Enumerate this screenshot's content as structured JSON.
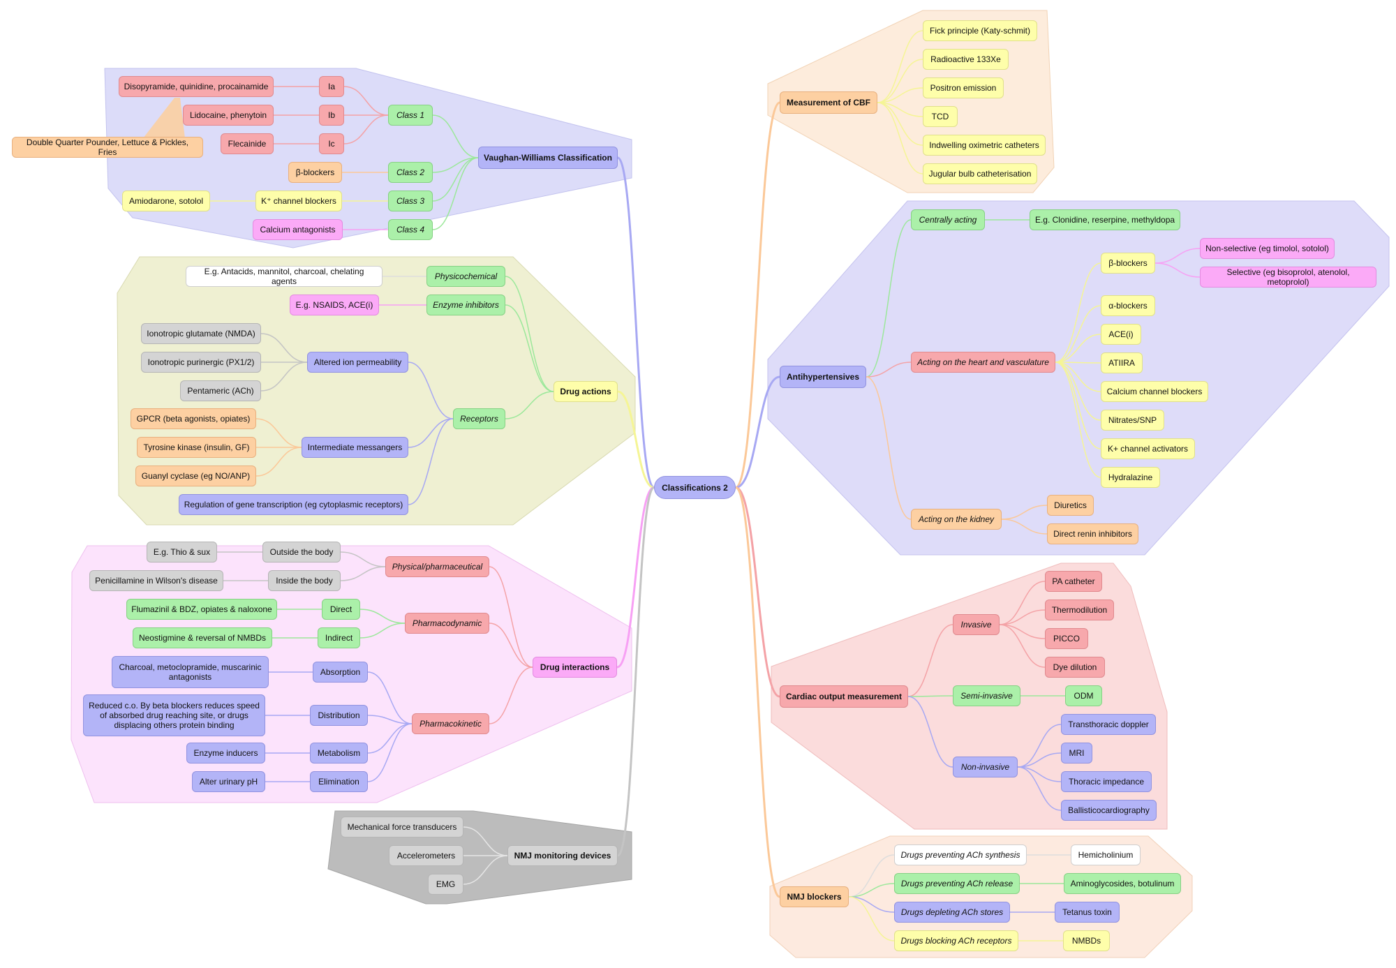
{
  "diagram": {
    "root": "Classifications 2",
    "vaughan_williams": {
      "title": "Vaughan-Williams Classification",
      "class1": "Class 1",
      "class2": "Class 2",
      "class3": "Class 3",
      "class4": "Class 4",
      "ia": "Ia",
      "ib": "Ib",
      "ic": "Ic",
      "ia_drugs": "Disopyramide, quinidine, procainamide",
      "ib_drugs": "Lidocaine, phenytoin",
      "ic_drugs": "Flecainide",
      "mnemonic": "Double Quarter Pounder, Lettuce & Pickles, Fries",
      "class2_drugs": "β-blockers",
      "class3_drugs": "K⁺ channel blockers",
      "class3_examples": "Amiodarone, sotolol",
      "class4_drugs": "Calcium antagonists"
    },
    "drug_actions": {
      "title": "Drug actions",
      "physicochemical": "Physicochemical",
      "physicochemical_eg": "E.g. Antacids, mannitol, charcoal, chelating agents",
      "enzyme_inhibitors": "Enzyme inhibitors",
      "enzyme_eg": "E.g. NSAIDS, ACE(i)",
      "receptors": "Receptors",
      "altered_ion": "Altered ion permeability",
      "nmda": "Ionotropic glutamate (NMDA)",
      "px": "Ionotropic purinergic (PX1/2)",
      "pentameric": "Pentameric (ACh)",
      "intermediate": "Intermediate messangers",
      "gpcr": "GPCR (beta agonists, opiates)",
      "tyrosine": "Tyrosine kinase (insulin, GF)",
      "guanyl": "Guanyl cyclase (eg NO/ANP)",
      "gene": "Regulation of gene transcription (eg cytoplasmic receptors)"
    },
    "drug_interactions": {
      "title": "Drug interactions",
      "physical": "Physical/pharmaceutical",
      "outside": "Outside the body",
      "outside_eg": "E.g. Thio & sux",
      "inside": "Inside the body",
      "inside_eg": "Penicillamine in Wilson's disease",
      "pharmacodynamic": "Pharmacodynamic",
      "direct": "Direct",
      "direct_eg": "Flumazinil & BDZ, opiates & naloxone",
      "indirect": "Indirect",
      "indirect_eg": "Neostigmine & reversal of NMBDs",
      "pharmacokinetic": "Pharmacokinetic",
      "absorption": "Absorption",
      "absorption_eg": "Charcoal, metoclopramide, muscarinic antagonists",
      "distribution": "Distribution",
      "distribution_eg": "Reduced c.o. By beta blockers reduces speed of absorbed drug reaching site, or drugs displacing others protein binding",
      "metabolism": "Metabolism",
      "metabolism_eg": "Enzyme inducers",
      "elimination": "Elimination",
      "elimination_eg": "Alter urinary pH"
    },
    "nmj_monitoring": {
      "title": "NMJ monitoring devices",
      "mech": "Mechanical force transducers",
      "accel": "Accelerometers",
      "emg": "EMG"
    },
    "cbf": {
      "title": "Measurement of CBF",
      "items": [
        "Fick principle (Katy-schmit)",
        "Radioactive 133Xe",
        "Positron emission",
        "TCD",
        "Indwelling oximetric catheters",
        "Jugular bulb catheterisation"
      ]
    },
    "antihypertensives": {
      "title": "Antihypertensives",
      "central": "Centrally acting",
      "central_eg": "E.g. Clonidine, reserpine, methyldopa",
      "heart": "Acting on the heart and vasculature",
      "beta": "β-blockers",
      "nonselective": "Non-selective (eg timolol, sotolol)",
      "selective": "Selective (eg bisoprolol, atenolol, metoprolol)",
      "heart_items": [
        "α-blockers",
        "ACE(i)",
        "ATIIRA",
        "Calcium channel blockers",
        "Nitrates/SNP",
        "K+ channel activators",
        "Hydralazine"
      ],
      "kidney": "Acting on the kidney",
      "diuretics": "Diuretics",
      "renin": "Direct renin inhibitors"
    },
    "cardiac_output": {
      "title": "Cardiac output measurement",
      "invasive": "Invasive",
      "invasive_items": [
        "PA catheter",
        "Thermodilution",
        "PICCO",
        "Dye dilution"
      ],
      "semi": "Semi-invasive",
      "odm": "ODM",
      "noninvasive": "Non-invasive",
      "noninvasive_items": [
        "Transthoracic doppler",
        "MRI",
        "Thoracic impedance",
        "Ballisticocardiography"
      ]
    },
    "nmj_blockers": {
      "title": "NMJ blockers",
      "synthesis": "Drugs preventing ACh synthesis",
      "synthesis_eg": "Hemicholinium",
      "release": "Drugs preventing ACh release",
      "release_eg": "Aminoglycosides, botulinum",
      "depleting": "Drugs depleting ACh stores",
      "depleting_eg": "Tetanus toxin",
      "blocking": "Drugs blocking ACh receptors",
      "blocking_eg": "NMBDs"
    }
  }
}
